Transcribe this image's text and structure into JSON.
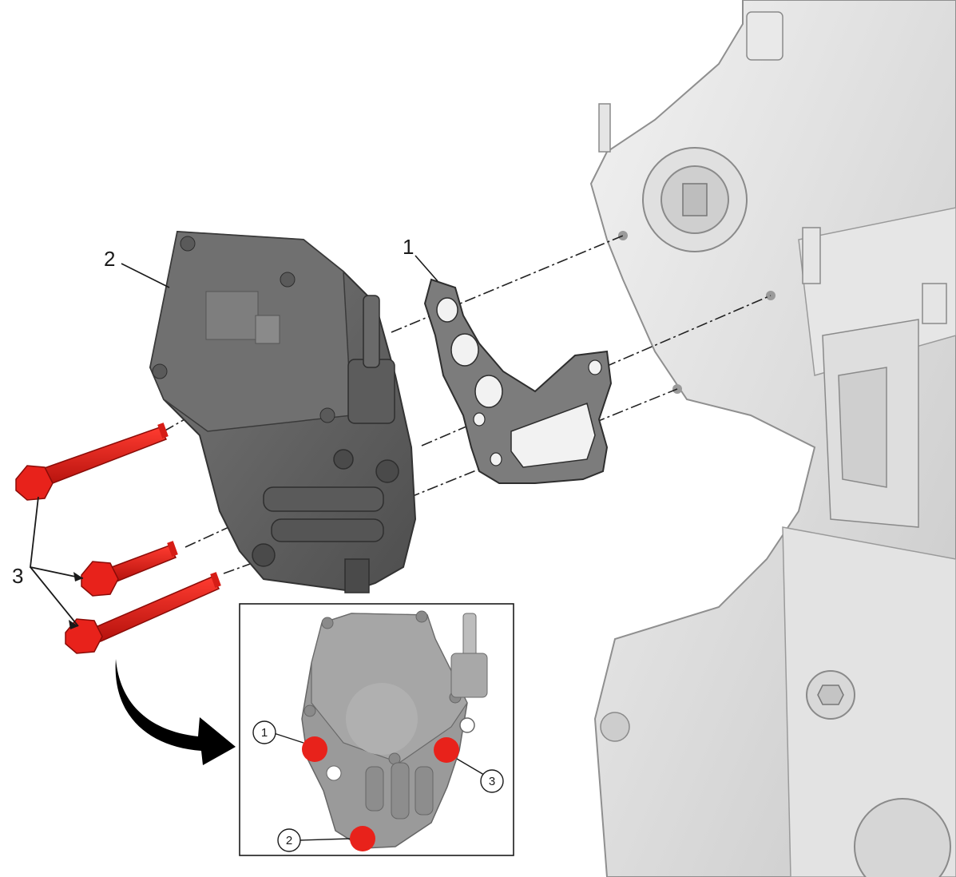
{
  "callouts": {
    "gasket": "1",
    "pump": "2",
    "bolts": "3"
  },
  "inset": {
    "bolt_order": [
      "1",
      "2",
      "3"
    ]
  },
  "colors": {
    "bolt_red": "#e8221b",
    "engine_grey": "#d9d9d9",
    "pump_grey": "#6e6e6e",
    "gasket_grey": "#8a8a8a",
    "arrow_black": "#000000"
  }
}
